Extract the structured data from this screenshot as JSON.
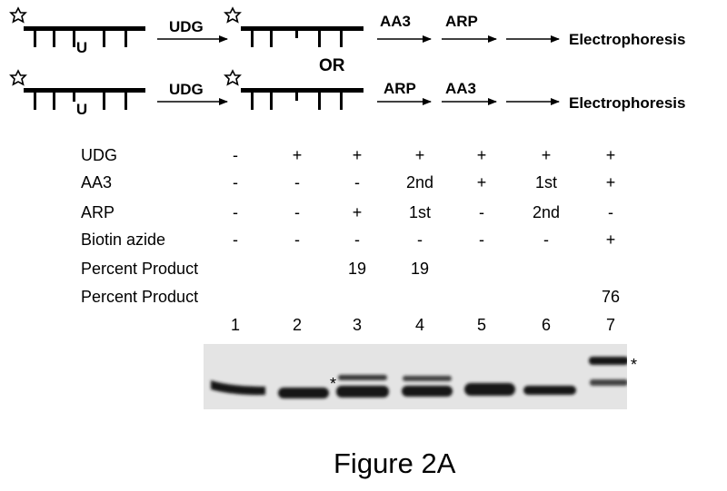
{
  "scheme": {
    "row1": {
      "step1": "UDG",
      "step2": "AA3",
      "step3": "ARP",
      "result": "Electrophoresis"
    },
    "or_label": "OR",
    "row2": {
      "step1": "UDG",
      "step2": "ARP",
      "step3": "AA3",
      "result": "Electrophoresis"
    },
    "uracil_letter": "U",
    "icons": [
      "star-label-icon",
      "dna-strand-icon",
      "arrow-icon"
    ]
  },
  "table": {
    "rows": [
      {
        "label": "UDG",
        "values": [
          "-",
          "+",
          "+",
          "+",
          "+",
          "+",
          "+"
        ]
      },
      {
        "label": "AA3",
        "values": [
          "-",
          "-",
          "-",
          "2nd",
          "+",
          "1st",
          "+"
        ]
      },
      {
        "label": "ARP",
        "values": [
          "-",
          "-",
          "+",
          "1st",
          "-",
          "2nd",
          "-"
        ]
      },
      {
        "label": "Biotin azide",
        "values": [
          "-",
          "-",
          "-",
          "-",
          "-",
          "-",
          "+"
        ]
      },
      {
        "label": "Percent Product",
        "values": [
          "",
          "",
          "19",
          "19",
          "",
          "",
          ""
        ]
      },
      {
        "label": "Percent Product",
        "values": [
          "",
          "",
          "",
          "",
          "",
          "",
          "76"
        ]
      }
    ],
    "lanes": [
      "1",
      "2",
      "3",
      "4",
      "5",
      "6",
      "7"
    ]
  },
  "gel": {
    "marker_lane3": "*",
    "marker_lane7": "*",
    "colors": {
      "background": "#e4e4e4",
      "band": "#151515"
    }
  },
  "caption": "Figure 2A"
}
